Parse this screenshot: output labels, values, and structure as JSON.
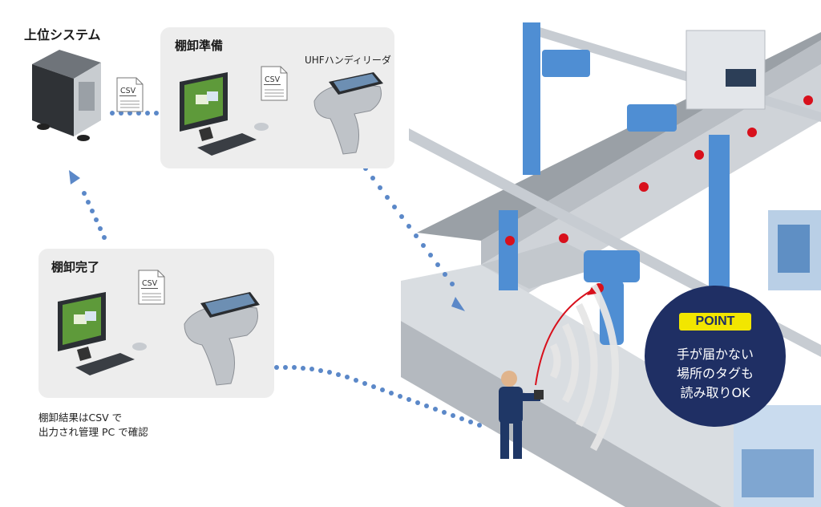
{
  "host_system": {
    "label": "上位システム"
  },
  "prep_panel": {
    "title": "棚卸準備",
    "reader_label": "UHFハンディリーダ"
  },
  "complete_panel": {
    "title": "棚卸完了"
  },
  "csv_label": "CSV",
  "result_note": {
    "line1": "棚卸結果はCSV で",
    "line2": "出力され管理 PC で確認"
  },
  "point": {
    "tag": "POINT",
    "line1": "手が届かない",
    "line2": "場所のタグも",
    "line3": "読み取りOK"
  },
  "colors": {
    "accent_blue": "#5b88c8",
    "robot_blue": "#4f8ed3",
    "point_navy": "#1f2f64",
    "point_yellow": "#f2e600",
    "tag_red": "#d8101c"
  }
}
